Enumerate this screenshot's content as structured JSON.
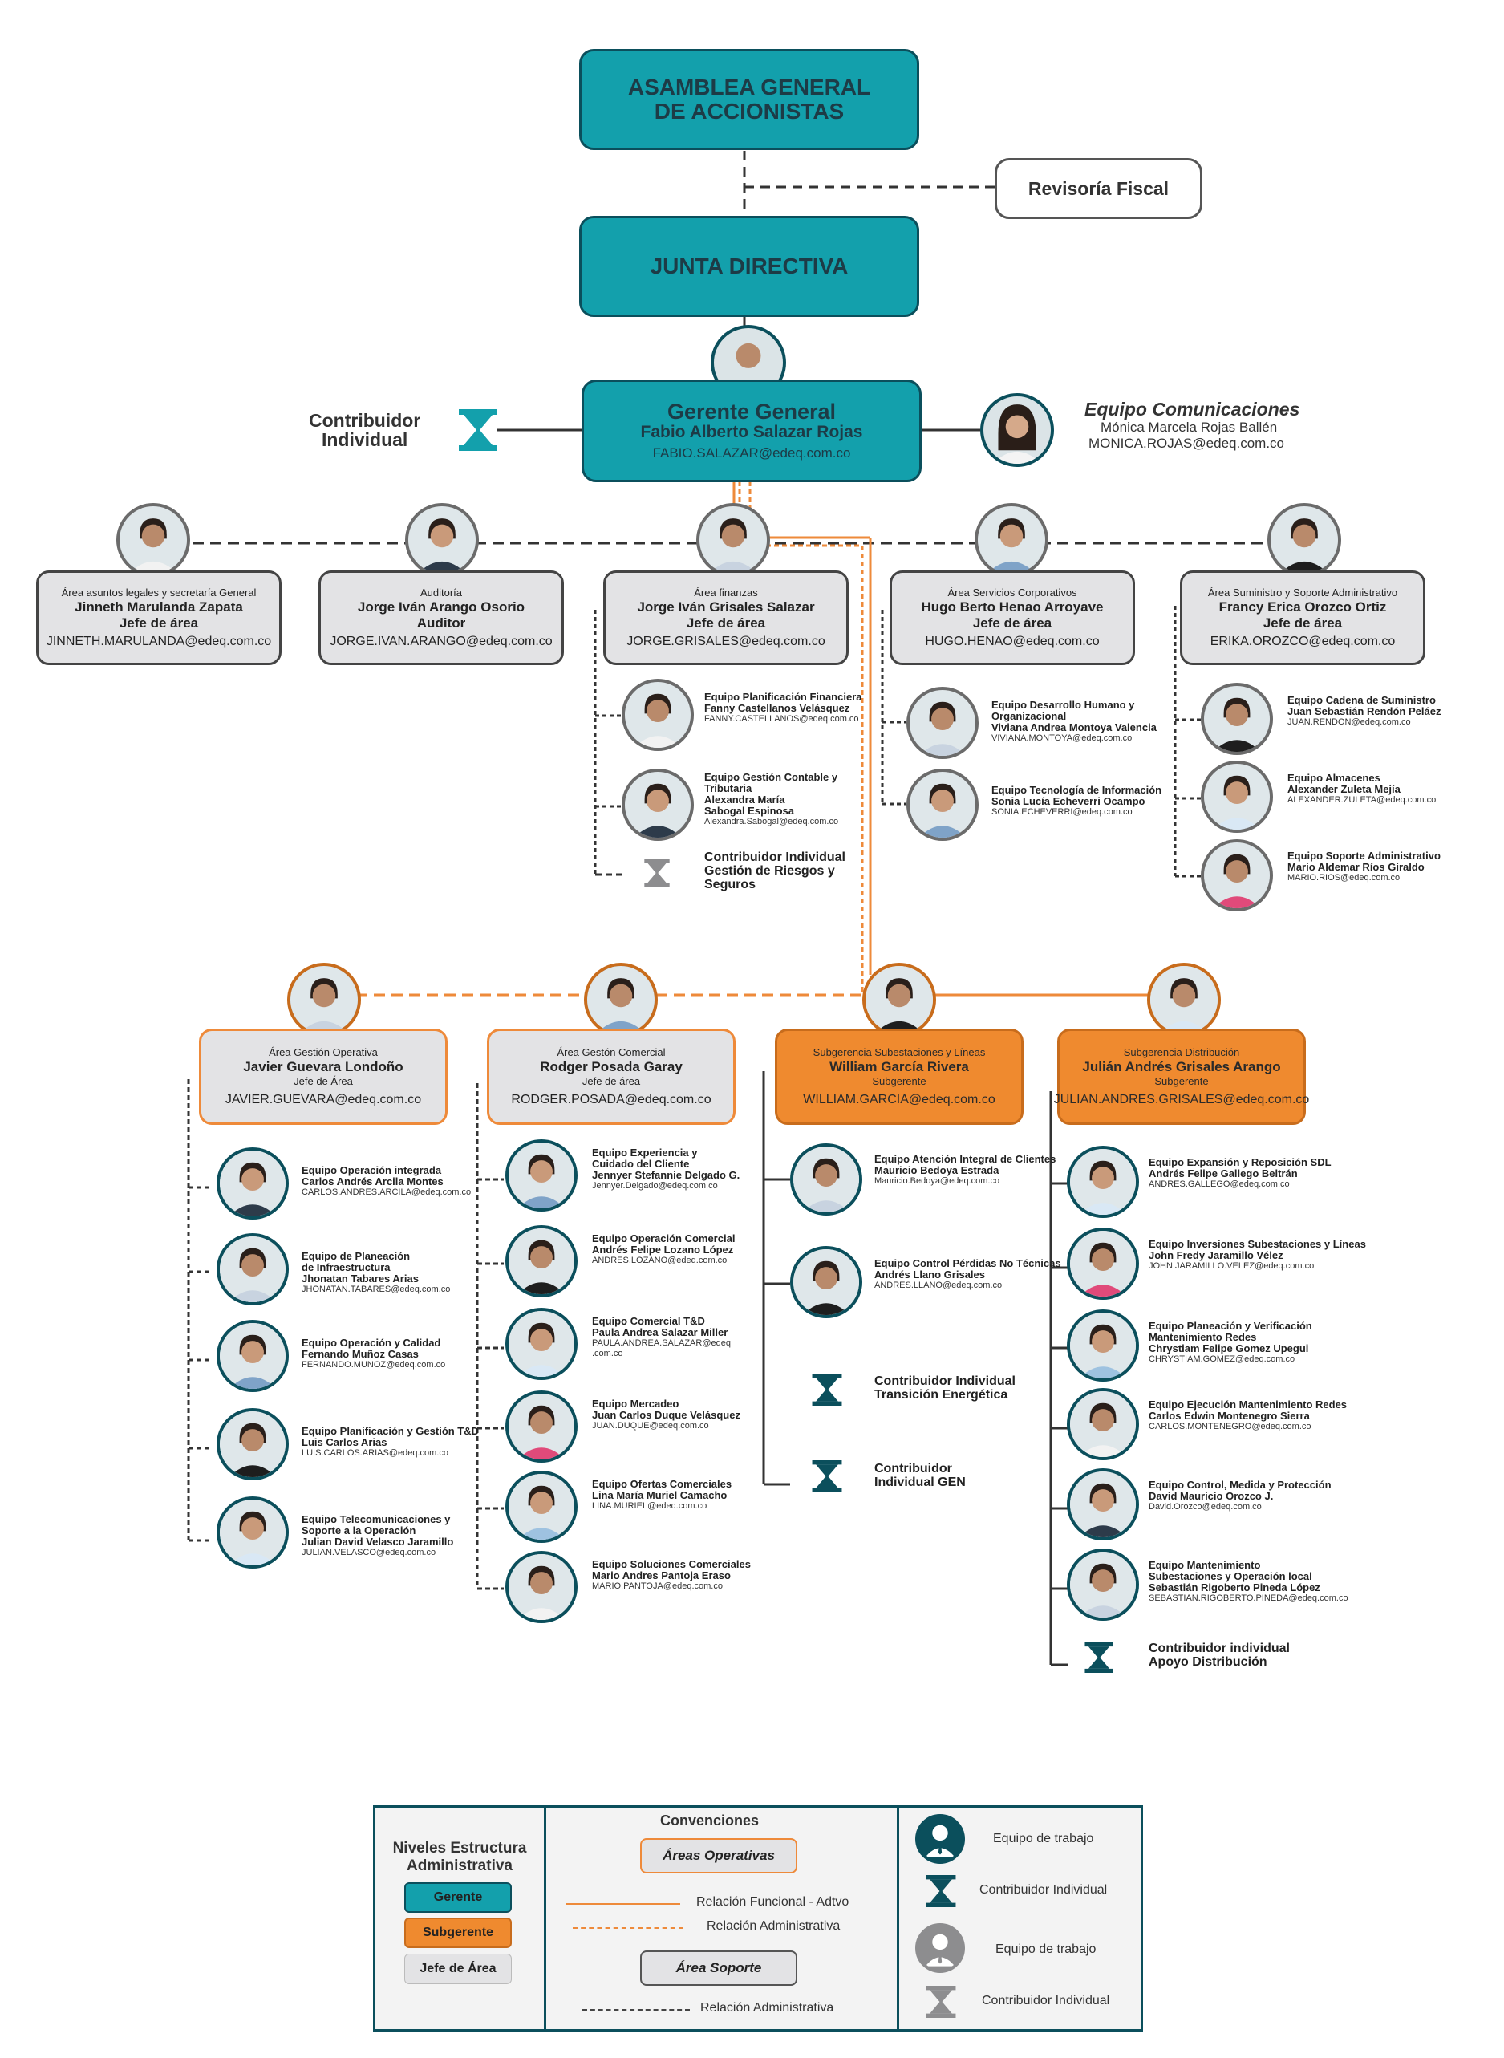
{
  "top": {
    "asamblea_line1": "ASAMBLEA GENERAL",
    "asamblea_line2": "DE ACCIONISTAS",
    "revisoria": "Revisoría Fiscal",
    "junta": "JUNTA DIRECTIVA"
  },
  "gerente": {
    "title": "Gerente General",
    "name": "Fabio Alberto Salazar Rojas",
    "email": "FABIO.SALAZAR@edeq.com.co",
    "contrib_line1": "Contribuidor",
    "contrib_line2": "Individual"
  },
  "comunicaciones": {
    "title": "Equipo Comunicaciones",
    "name": "Mónica Marcela Rojas Ballén",
    "email": "MONICA.ROJAS@edeq.com.co"
  },
  "jefes": [
    {
      "area": "Área asuntos legales y secretaría General",
      "name": "Jinneth Marulanda Zapata",
      "role": "Jefe de área",
      "email": "JINNETH.MARULANDA@edeq.com.co"
    },
    {
      "area": "Auditoría",
      "name": "Jorge Iván Arango Osorio",
      "role": "Auditor",
      "email": "JORGE.IVAN.ARANGO@edeq.com.co"
    },
    {
      "area": "Área finanzas",
      "name": "Jorge Iván Grisales Salazar",
      "role": "Jefe de área",
      "email": "JORGE.GRISALES@edeq.com.co"
    },
    {
      "area": "Área Servicios Corporativos",
      "name": "Hugo Berto Henao Arroyave",
      "role": "Jefe de área",
      "email": "HUGO.HENAO@edeq.com.co"
    },
    {
      "area": "Área Suministro y Soporte Administrativo",
      "name": "Francy Erica Orozco Ortiz",
      "role": "Jefe de área",
      "email": "ERIKA.OROZCO@edeq.com.co"
    }
  ],
  "finanzas_team": [
    {
      "team": "Equipo Planificación Financiera",
      "person": "Fanny Castellanos Velásquez",
      "email": "FANNY.CASTELLANOS@edeq.com.co"
    },
    {
      "team": "Equipo Gestión Contable y",
      "team2": "Tributaria",
      "person": "Alexandra María",
      "person2": "Sabogal Espinosa",
      "email": "Alexandra.Sabogal@edeq.com.co"
    }
  ],
  "finanzas_contrib": {
    "line1": "Contribuidor Individual",
    "line2": "Gestión de Riesgos y",
    "line3": "Seguros"
  },
  "servicios_team": [
    {
      "team": "Equipo Desarrollo Humano y",
      "team2": "Organizacional",
      "person": "Viviana Andrea Montoya Valencia",
      "email": "VIVIANA.MONTOYA@edeq.com.co"
    },
    {
      "team": "Equipo Tecnología de Información",
      "person": "Sonia Lucía Echeverri Ocampo",
      "email": "SONIA.ECHEVERRI@edeq.com.co"
    }
  ],
  "suministro_team": [
    {
      "team": "Equipo Cadena de Suministro",
      "person": "Juan Sebastián Rendón Peláez",
      "email": "JUAN.RENDON@edeq.com.co"
    },
    {
      "team": "Equipo Almacenes",
      "person": "Alexander Zuleta Mejía",
      "email": "ALEXANDER.ZULETA@edeq.com.co"
    },
    {
      "team": "Equipo Soporte Administrativo",
      "person": "Mario Aldemar Ríos Giraldo",
      "email": "MARIO.RIOS@edeq.com.co"
    }
  ],
  "bottom_heads": [
    {
      "area": "Área Gestión Operativa",
      "name": "Javier Guevara Londoño",
      "role": "Jefe de Área",
      "email": "JAVIER.GUEVARA@edeq.com.co"
    },
    {
      "area": "Área Gestón Comercial",
      "name": "Rodger Posada Garay",
      "role": "Jefe de área",
      "email": "RODGER.POSADA@edeq.com.co"
    },
    {
      "area": "Subgerencia Subestaciones y Líneas",
      "name": "William García Rivera",
      "role": "Subgerente",
      "email": "WILLIAM.GARCIA@edeq.com.co"
    },
    {
      "area": "Subgerencia Distribución",
      "name": "Julián Andrés Grisales Arango",
      "role": "Subgerente",
      "email": "JULIAN.ANDRES.GRISALES@edeq.com.co"
    }
  ],
  "operativa_team": [
    {
      "team": "Equipo Operación integrada",
      "person": "Carlos Andrés Arcila Montes",
      "email": "CARLOS.ANDRES.ARCILA@edeq.com.co"
    },
    {
      "team": "Equipo de Planeación",
      "team2": "de Infraestructura",
      "person": "Jhonatan Tabares Arias",
      "email": "JHONATAN.TABARES@edeq.com.co"
    },
    {
      "team": "Equipo Operación y Calidad",
      "person": "Fernando Muñoz Casas",
      "email": "FERNANDO.MUNOZ@edeq.com.co"
    },
    {
      "team": "Equipo Planificación y Gestión T&D",
      "person": "Luis Carlos Arias",
      "email": "LUIS.CARLOS.ARIAS@edeq.com.co"
    },
    {
      "team": "Equipo Telecomunicaciones y",
      "team2": "Soporte a la Operación",
      "person": "Julian David Velasco Jaramillo",
      "email": "JULIAN.VELASCO@edeq.com.co"
    }
  ],
  "comercial_team": [
    {
      "team": "Equipo Experiencia y",
      "team2": "Cuidado del Cliente",
      "person": "Jennyer Stefannie Delgado G.",
      "email": "Jennyer.Delgado@edeq.com.co"
    },
    {
      "team": "Equipo Operación Comercial",
      "person": "Andrés Felipe Lozano López",
      "email": "ANDRES.LOZANO@edeq.com.co"
    },
    {
      "team": "Equipo Comercial T&D",
      "person": "Paula Andrea Salazar Miller",
      "email": "PAULA.ANDREA.SALAZAR@edeq",
      "email2": ".com.co"
    },
    {
      "team": "Equipo Mercadeo",
      "person": "Juan Carlos Duque Velásquez",
      "email": "JUAN.DUQUE@edeq.com.co"
    },
    {
      "team": "Equipo Ofertas Comerciales",
      "person": "Lina María Muriel Camacho",
      "email": "LINA.MURIEL@edeq.com.co"
    },
    {
      "team": "Equipo Soluciones Comerciales",
      "person": "Mario Andres Pantoja Eraso",
      "email": "MARIO.PANTOJA@edeq.com.co"
    }
  ],
  "subestaciones_team": [
    {
      "team": "Equipo Atención Integral de Clientes",
      "person": "Mauricio Bedoya Estrada",
      "email": "Mauricio.Bedoya@edeq.com.co"
    },
    {
      "team": "Equipo Control Pérdidas No Técnicas",
      "person": "Andrés Llano Grisales",
      "email": "ANDRES.LLANO@edeq.com.co"
    }
  ],
  "subestaciones_contrib": [
    {
      "line1": "Contribuidor Individual",
      "line2": "Transición Energética"
    },
    {
      "line1": "Contribuidor",
      "line2": "Individual GEN"
    }
  ],
  "distribucion_team": [
    {
      "team": "Equipo Expansión y Reposición SDL",
      "person": "Andrés Felipe Gallego Beltrán",
      "email": "ANDRES.GALLEGO@edeq.com.co"
    },
    {
      "team": "Equipo Inversiones Subestaciones y Líneas",
      "person": "John Fredy Jaramillo Vélez",
      "email": "JOHN.JARAMILLO.VELEZ@edeq.com.co"
    },
    {
      "team": "Equipo Planeación y Verificación",
      "team2": "Mantenimiento Redes",
      "person": "Chrystiam Felipe Gomez Upegui",
      "email": "CHRYSTIAM.GOMEZ@edeq.com.co"
    },
    {
      "team": "Equipo Ejecución Mantenimiento Redes",
      "person": "Carlos Edwin Montenegro Sierra",
      "email": "CARLOS.MONTENEGRO@edeq.com.co"
    },
    {
      "team": "Equipo Control, Medida y Protección",
      "person": "David Mauricio Orozco J.",
      "email": "David.Orozco@edeq.com.co"
    },
    {
      "team": "Equipo Mantenimiento",
      "team2": "Subestaciones y Operación local",
      "person": "Sebastián Rigoberto Pineda López",
      "email": "SEBASTIAN.RIGOBERTO.PINEDA@edeq.com.co"
    }
  ],
  "distribucion_contrib": {
    "line1": "Contribuidor individual",
    "line2": "Apoyo Distribución"
  },
  "legend": {
    "niveles_line1": "Niveles Estructura",
    "niveles_line2": "Administrativa",
    "gerente": "Gerente",
    "subgerente": "Subgerente",
    "jefe": "Jefe de Área",
    "convenciones": "Convenciones",
    "areas_operativas": "Áreas Operativas",
    "rel_funcional": "Relación Funcional - Adtvo",
    "rel_admin_orange": "Relación Administrativa",
    "area_soporte": "Área Soporte",
    "rel_admin_dark": "Relación Administrativa",
    "equipo_trabajo_1": "Equipo de trabajo",
    "contrib_1": "Contribuidor Individual",
    "equipo_trabajo_2": "Equipo de trabajo",
    "contrib_2": "Contribuidor Individual"
  },
  "colors": {
    "teal": "#13a0ac",
    "teal_dark": "#0b4f5c",
    "orange": "#ef8a2f",
    "grey": "#e3e3e5"
  }
}
